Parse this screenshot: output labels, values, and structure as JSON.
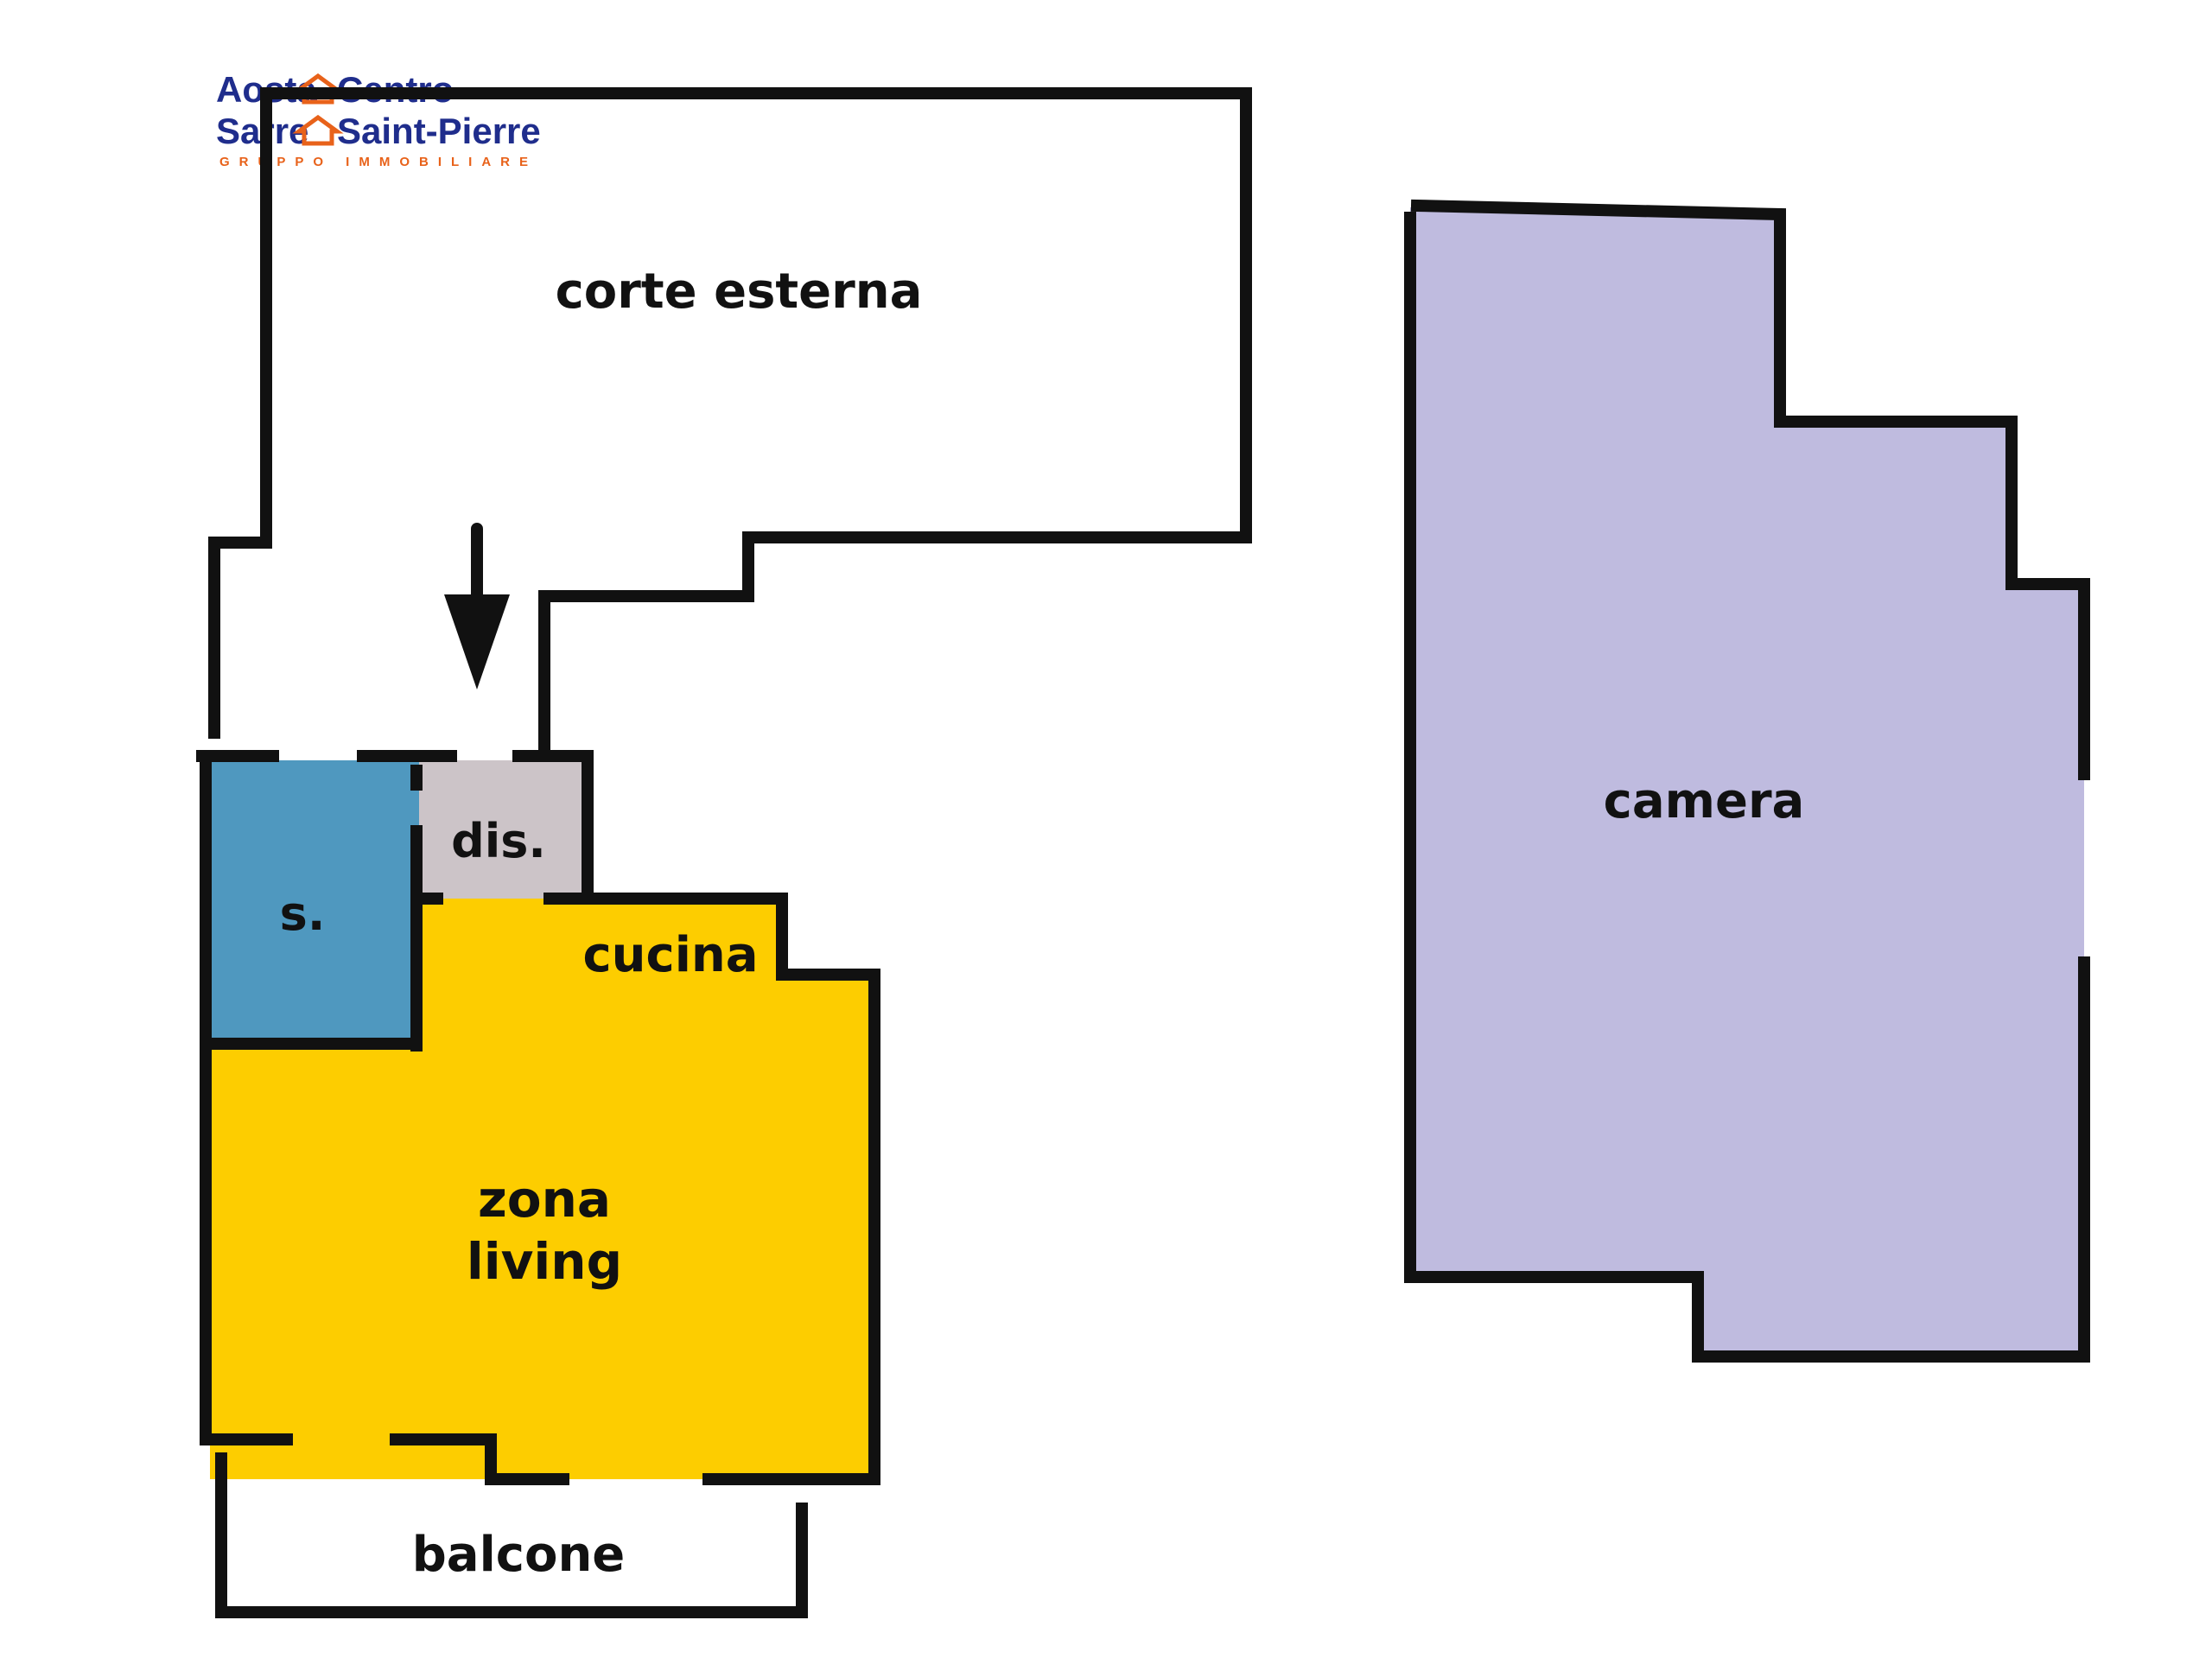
{
  "logo": {
    "line1_left": "Aosta",
    "line1_right": "Centro",
    "line2_left": "Sarre",
    "line2_right": "Saint-Pierre",
    "tagline": "GRUPPO IMMOBILIARE",
    "colors": {
      "primary": "#1f2d8c",
      "accent": "#e8621a"
    },
    "icon": "house-icon"
  },
  "rooms": {
    "corte_esterna": "corte esterna",
    "dis": "dis.",
    "s": "s.",
    "cucina": "cucina",
    "zona_line1": "zona",
    "zona_line2": "living",
    "balcone": "balcone",
    "camera": "camera"
  },
  "colors": {
    "bathroom": "#4f98bf",
    "hallway": "#ccc4c8",
    "living": "#fdcd00",
    "bedroom": "#bfbbdf",
    "walls": "#111111"
  },
  "entrance_arrow": "arrow-down-icon"
}
